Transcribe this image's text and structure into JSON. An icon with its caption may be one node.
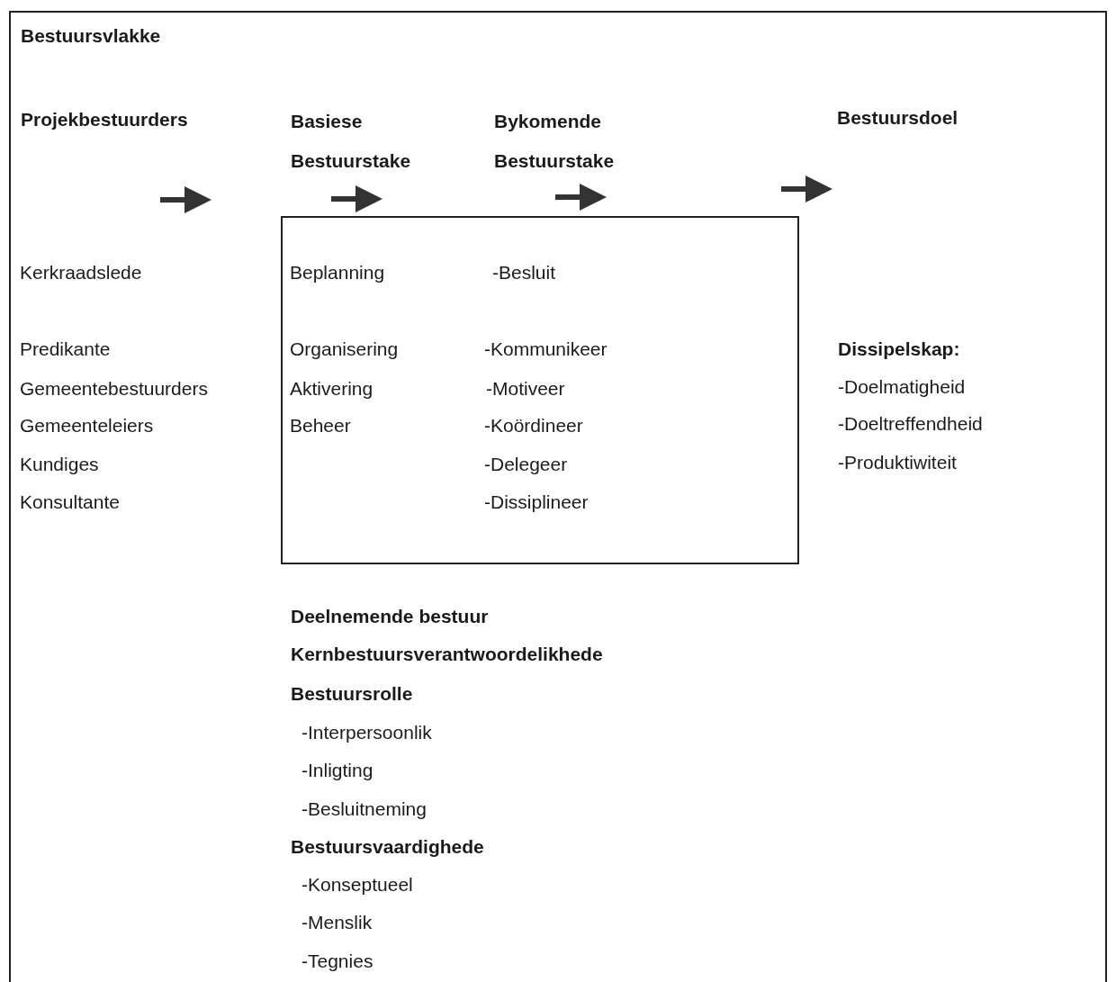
{
  "diagram": {
    "title": "Bestuursvlakke",
    "nodes": [
      {
        "text": [
          "Beplanning",
          "-Besluit",
          "Organisering",
          "-Kommunikeer",
          "Aktivering",
          "-Motiveer",
          "Beheer",
          "-Koördineer",
          "-Delegeer",
          "-Dissiplineer"
        ]
      }
    ],
    "labels": [
      "Projekbestuurders",
      "Basiese Bestuurstake",
      "Bykomende Bestuurstake",
      "Bestuursdoel",
      "Kerkraadslede",
      "Predikante",
      "Gemeentebestuurders",
      "Gemeenteleiers",
      "Kundiges",
      "Konsultante",
      "Dissipelskap:",
      "-Doelmatigheid",
      "-Doeltreffendheid",
      "-Produktiwiteit",
      "Deelnemende bestuur",
      "Kernbestuursverantwoordelikhede",
      "Bestuursrolle",
      "-Interpersoonlik",
      "-Inligting",
      "-Besluitneming",
      "Bestuursvaardighede",
      "-Konseptueel",
      "-Menslik",
      "-Tegnies"
    ]
  }
}
